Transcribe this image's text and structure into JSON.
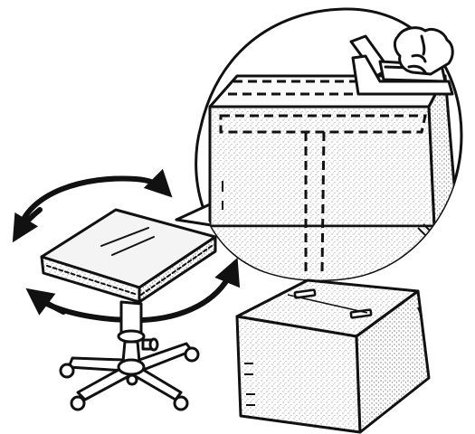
{
  "figure": {
    "kind": "line-art illustration",
    "style": "black ink outlines with stippled grey fill",
    "colors": {
      "ink": "#111111",
      "stipple": "#9a9a9a",
      "paper": "#ffffff",
      "glass": "#f4f4f4"
    },
    "elements": [
      "swivel-stool-with-rotation-arrows",
      "magnified-callout-bubble",
      "stapler-icon",
      "cardboard-box-with-staples"
    ]
  }
}
